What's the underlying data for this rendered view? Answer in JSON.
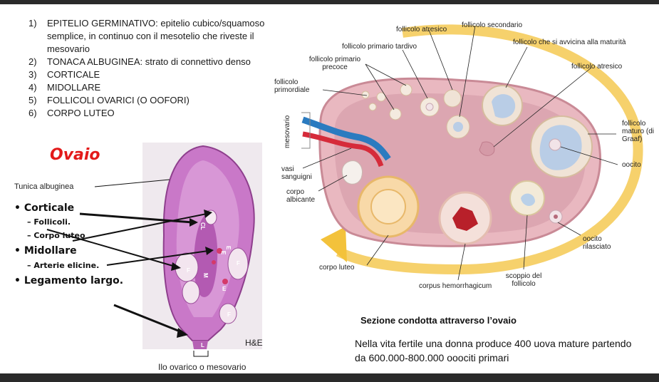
{
  "list": [
    {
      "num": "1)",
      "text": "EPITELIO GERMINATIVO: epitelio cubico/squamoso semplice, in continuo con il mesotelio che riveste il mesovario"
    },
    {
      "num": "2)",
      "text": "TONACA ALBUGINEA: strato di connettivo denso"
    },
    {
      "num": "3)",
      "text": "CORTICALE"
    },
    {
      "num": "4)",
      "text": "MIDOLLARE"
    },
    {
      "num": "5)",
      "text": "FOLLICOLI OVARICI (O OOFORI)"
    },
    {
      "num": "6)",
      "text": "CORPO LUTEO"
    }
  ],
  "histology": {
    "title": "Ovaio",
    "tunica": "Tunica albuginea",
    "corticale": "Corticale",
    "follicoli": "Follicoli.",
    "corpo_luteo": "Corpo luteo",
    "midollare": "Midollare",
    "arterie": "Arterie elicine.",
    "legamento": "Legamento largo.",
    "stain": "H&E",
    "ilo": "Ilo ovarico o mesovario",
    "marks": {
      "cl": "CL",
      "e": "E",
      "f": "F",
      "m": "M",
      "l": "L"
    }
  },
  "diagram": {
    "follicolo_atresico_top": "follicolo atresico",
    "follicolo_secondario": "follicolo secondario",
    "follicolo_primario_tardivo": "follicolo primario tardivo",
    "follicolo_maturita": "follicolo che si avvicina alla maturità",
    "follicolo_primario_precoce": "follicolo primario precoce",
    "follicolo_atresico_right": "follicolo atresico",
    "follicolo_primordiale": "follicolo primordiale",
    "mesovario": "mesovario",
    "follicolo_maturo": "follicolo maturo (di Graaf)",
    "oocito": "oocito",
    "vasi_sanguigni": "vasi sanguigni",
    "corpo_albicante": "corpo albicante",
    "oocito_rilasciato": "oocito rilasciato",
    "corpo_luteo": "corpo luteo",
    "scoppio": "scoppio del follicolo",
    "corpus_hemorrhagicum": "corpus hemorrhagicum"
  },
  "caption": "Sezione condotta attraverso l’ovaio",
  "bottom_text": "Nella vita fertile una donna produce 400 uova mature partendo da 600.000-800.000 ooociti primari",
  "colors": {
    "title_red": "#e31a1a",
    "cycle_arrow": "#f3c23b",
    "ovary_fill": "#e9b8c0"
  }
}
